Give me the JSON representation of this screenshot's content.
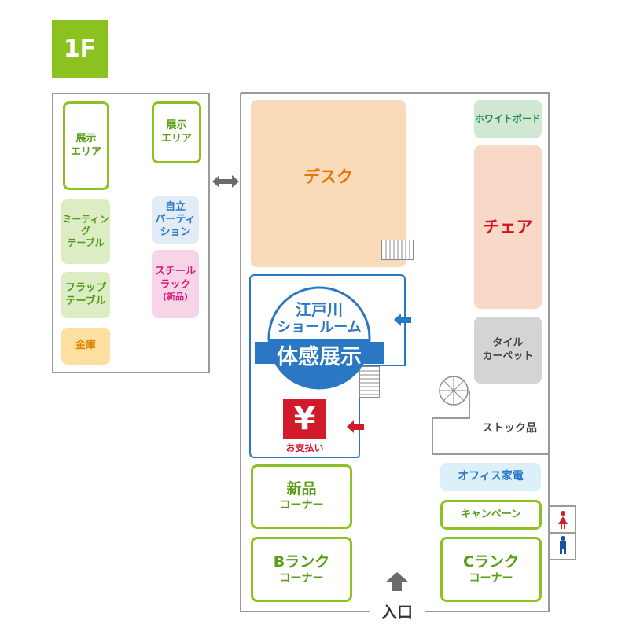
{
  "floor": "1F",
  "colors": {
    "brand_green": "#8cc21f",
    "desk": "#f9dbb9",
    "chair": "#f8d8c7",
    "tile": "#d4d4d4",
    "whiteboard": "#cfe7d3",
    "partition": "#e2ecf7",
    "steel_rack": "#f7d5e6",
    "safe": "#fde0a0",
    "showroom_blue": "#2a78c4",
    "payment_red": "#d11a2a"
  },
  "left_room": {
    "display_area_1": "展示\nエリア",
    "display_area_2": "展示\nエリア",
    "meeting_table": "ミーティング\nテーブル",
    "flap_table": "フラップ\nテーブル",
    "safe": "金庫",
    "partition": "自立\nパーティション",
    "steel_rack": "スチール\nラック",
    "steel_rack_sub": "(新品)"
  },
  "main": {
    "desk": "デスク",
    "whiteboard": "ホワイトボード",
    "chair": "チェア",
    "tile_carpet": "タイル\nカーペット",
    "stock": "ストック品",
    "office_appliances": "オフィス家電",
    "campaign": "キャンペーン",
    "new_corner": "新品",
    "new_corner_sub": "コーナー",
    "b_corner": "Bランク",
    "b_corner_sub": "コーナー",
    "c_corner": "Cランク",
    "c_corner_sub": "コーナー",
    "entrance": "入口"
  },
  "showroom": {
    "line1": "江戸川",
    "line2": "ショールーム",
    "line3": "体感展示",
    "payment_symbol": "¥",
    "payment_label": "お支払い"
  },
  "icons": {
    "passage": "double-arrow-icon",
    "stairs": "stairs-icon",
    "spiral_stairs": "spiral-stairs-icon",
    "entrance_arrow": "up-arrow-icon",
    "female_toilet": "female-toilet-icon",
    "male_toilet": "male-toilet-icon"
  }
}
